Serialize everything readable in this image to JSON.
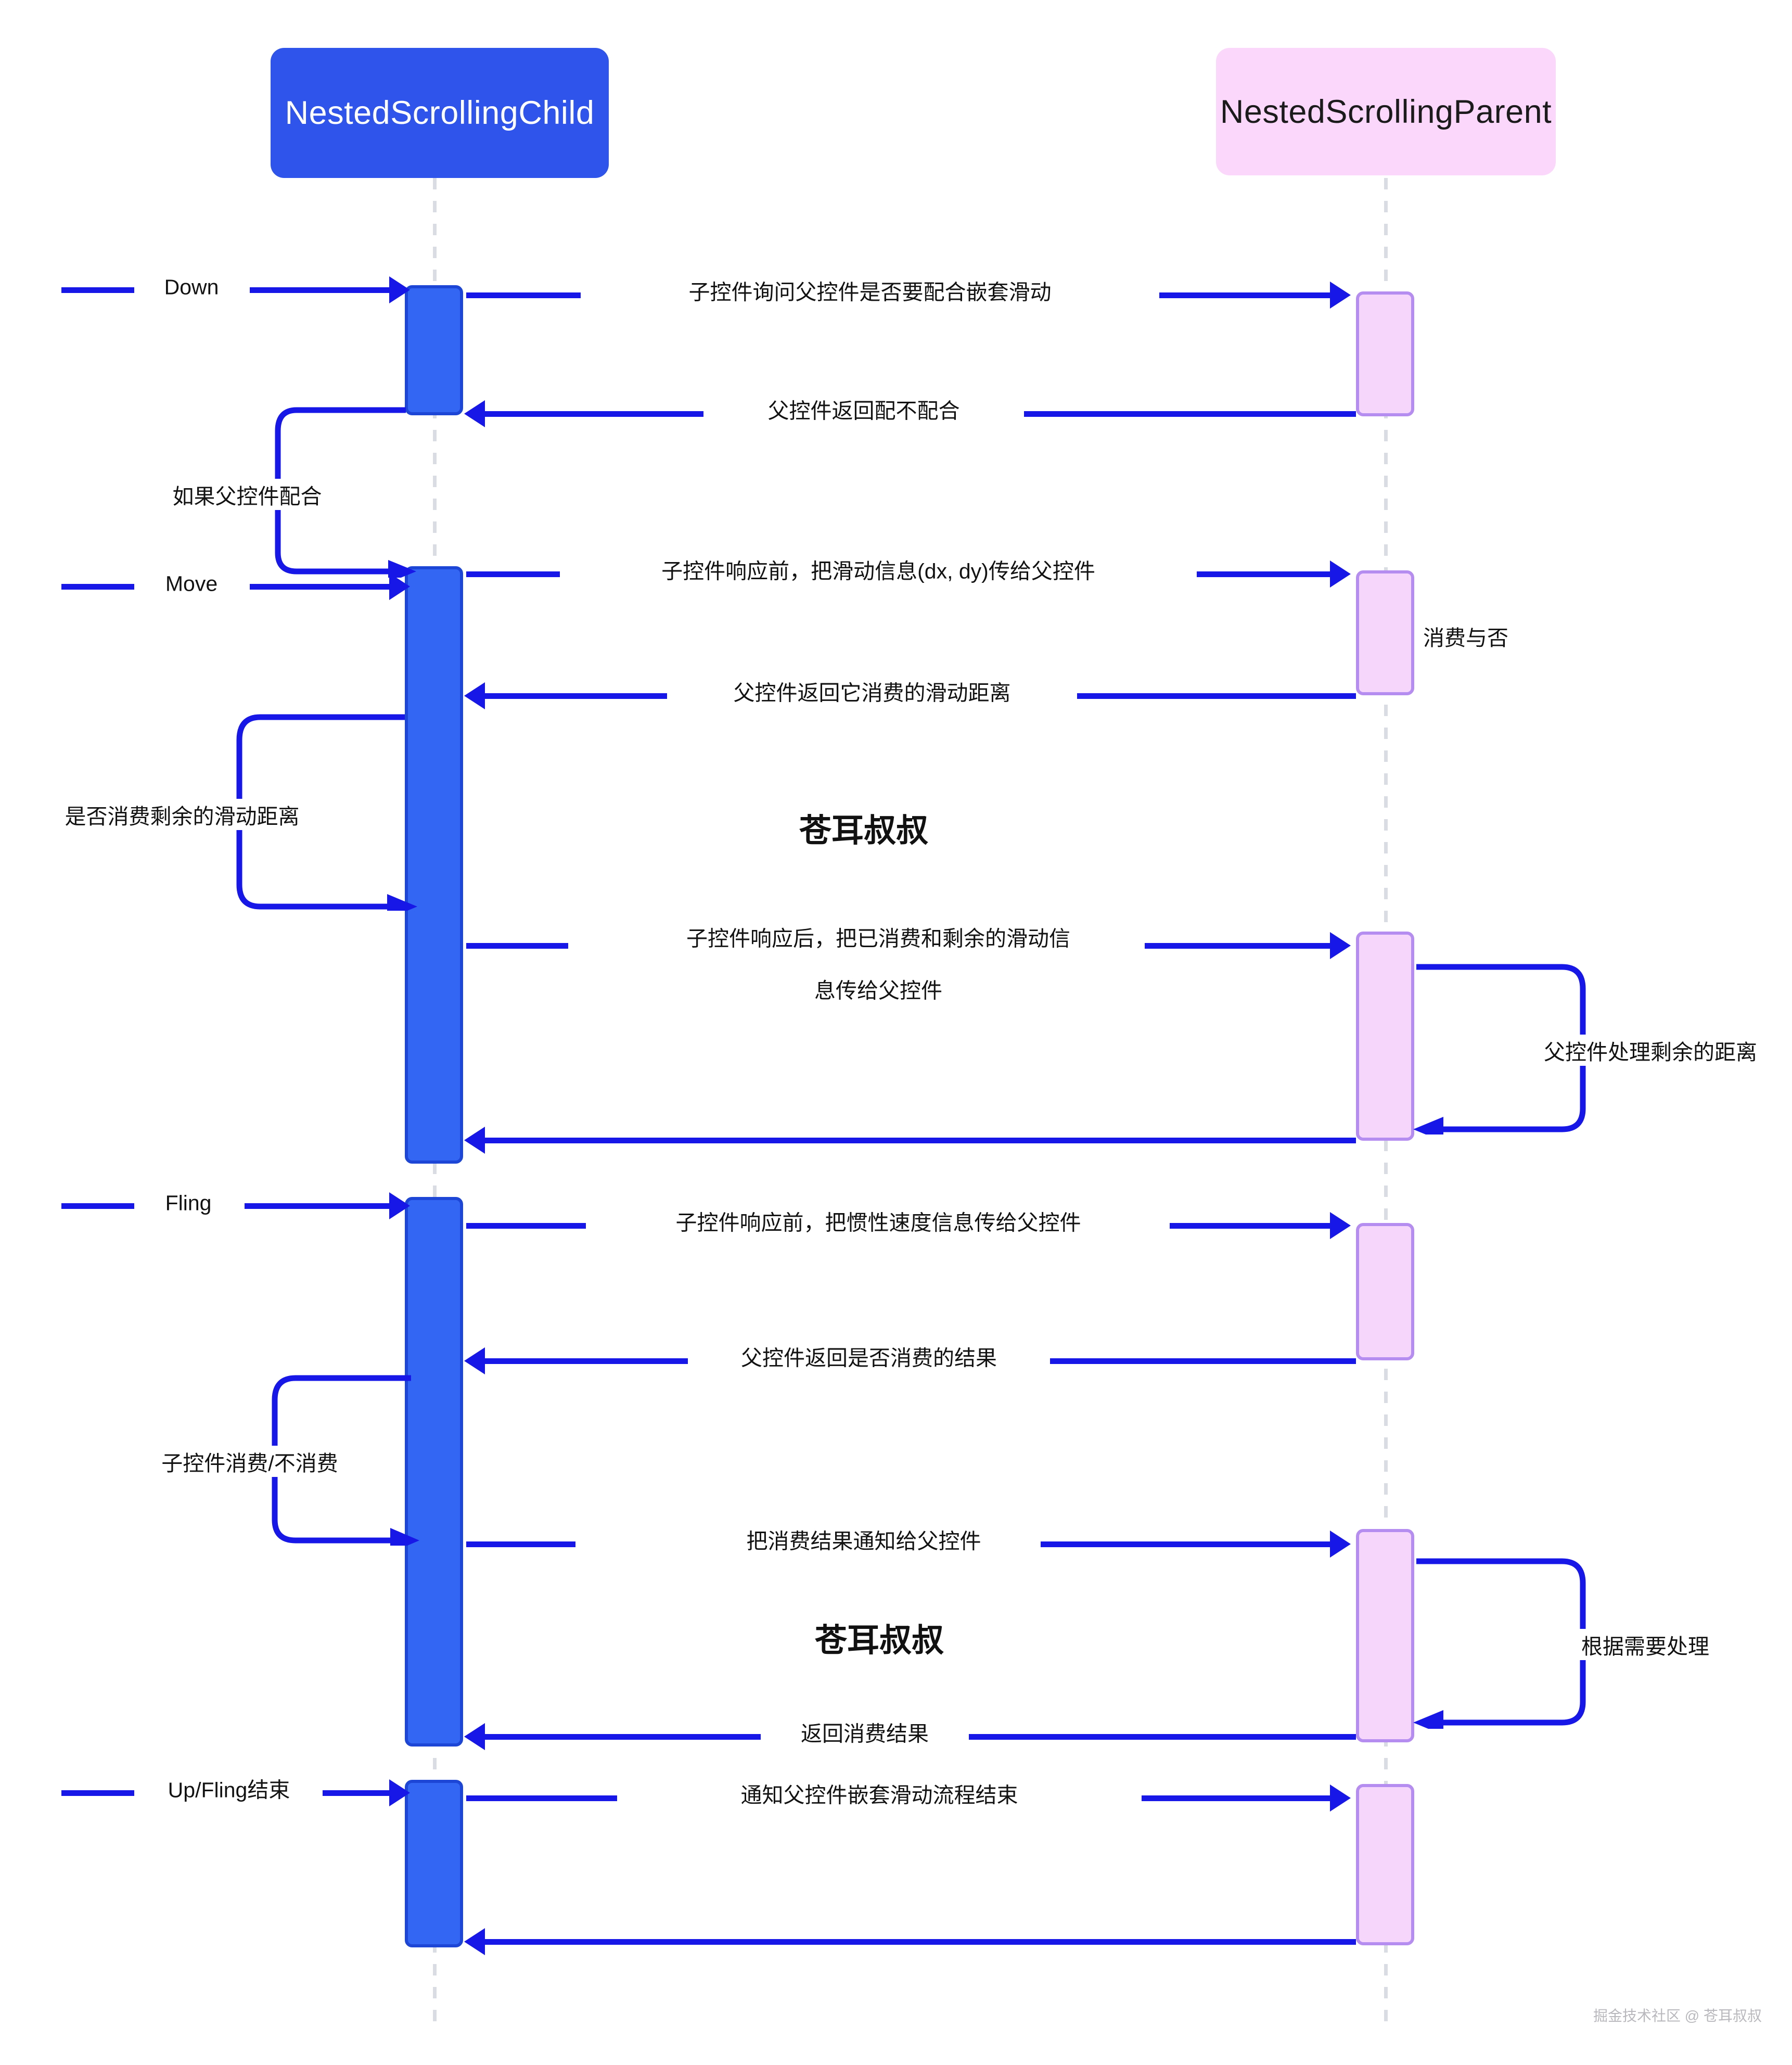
{
  "diagram": {
    "type": "sequence-diagram",
    "accent_blue": "#2F54EB",
    "accent_pink": "#FBD8FB",
    "arrow_color": "#1717E8",
    "lifeline_color": "#D9DDE3"
  },
  "actors": {
    "child": {
      "label": "NestedScrollingChild",
      "color": "#2F54EB",
      "text_color": "#FFFFFF"
    },
    "parent": {
      "label": "NestedScrollingParent",
      "color": "#FBD8FB",
      "text_color": "#1B1B1B"
    }
  },
  "external_events": [
    {
      "label": "Down"
    },
    {
      "label": "Move"
    },
    {
      "label": "Fling"
    },
    {
      "label": "Up/Fling结束"
    }
  ],
  "messages": [
    {
      "id": "m1",
      "label": "子控件询问父控件是否要配合嵌套滑动",
      "direction": "child-to-parent"
    },
    {
      "id": "m2",
      "label": "父控件返回配不配合",
      "direction": "parent-to-child"
    },
    {
      "id": "m3",
      "label": "子控件响应前，把滑动信息(dx, dy)传给父控件",
      "direction": "child-to-parent"
    },
    {
      "id": "m4",
      "label": "父控件返回它消费的滑动距离",
      "direction": "parent-to-child"
    },
    {
      "id": "m5",
      "label_line1": "子控件响应后，把已消费和剩余的滑动信",
      "label_line2": "息传给父控件",
      "direction": "child-to-parent"
    },
    {
      "id": "m6",
      "label": "",
      "direction": "parent-to-child"
    },
    {
      "id": "m7",
      "label": "子控件响应前，把惯性速度信息传给父控件",
      "direction": "child-to-parent"
    },
    {
      "id": "m8",
      "label": "父控件返回是否消费的结果",
      "direction": "parent-to-child"
    },
    {
      "id": "m9",
      "label": "把消费结果通知给父控件",
      "direction": "child-to-parent"
    },
    {
      "id": "m10",
      "label": "返回消费结果",
      "direction": "parent-to-child"
    },
    {
      "id": "m11",
      "label": "通知父控件嵌套滑动流程结束",
      "direction": "child-to-parent"
    },
    {
      "id": "m12",
      "label": "",
      "direction": "parent-to-child"
    }
  ],
  "self_loops": [
    {
      "id": "s1",
      "label": "如果父控件配合",
      "actor": "child"
    },
    {
      "id": "s2",
      "label": "是否消费剩余的滑动距离",
      "actor": "child"
    },
    {
      "id": "s3",
      "label": "父控件处理剩余的距离",
      "actor": "parent"
    },
    {
      "id": "s4",
      "label": "子控件消费/不消费",
      "actor": "child"
    },
    {
      "id": "s5",
      "label": "根据需要处理",
      "actor": "parent"
    }
  ],
  "notes": [
    {
      "id": "n1",
      "label": "消费与否",
      "actor": "parent"
    }
  ],
  "watermarks": {
    "center_top": "苍耳叔叔",
    "center_bottom": "苍耳叔叔",
    "corner": "掘金技术社区 @ 苍耳叔叔"
  }
}
